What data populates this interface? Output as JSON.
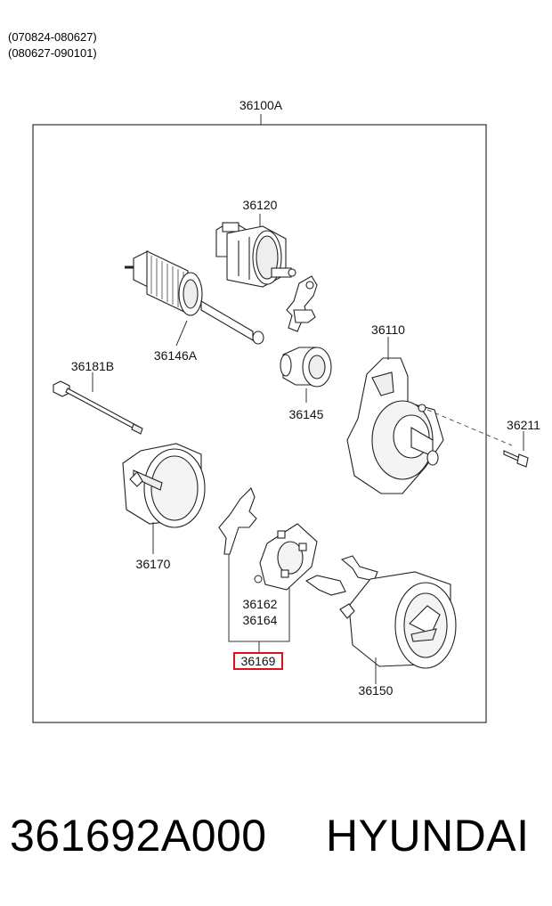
{
  "header": {
    "date_range_1": "(070824-080627)",
    "date_range_2": "(080627-090101)"
  },
  "diagram": {
    "assembly_label": "36100A",
    "parts": {
      "solenoid": "36120",
      "armature": "36146A",
      "bolt": "36181B",
      "pinion": "36145",
      "housing": "36110",
      "screw": "36211",
      "yoke_cover": "36170",
      "brush_1": "36162",
      "brush_2": "36164",
      "brush_holder_highlight": "36169",
      "yoke": "36150"
    },
    "highlight_color": "#e0101a"
  },
  "footer": {
    "part_number": "361692A000",
    "brand": "HYUNDAI"
  }
}
